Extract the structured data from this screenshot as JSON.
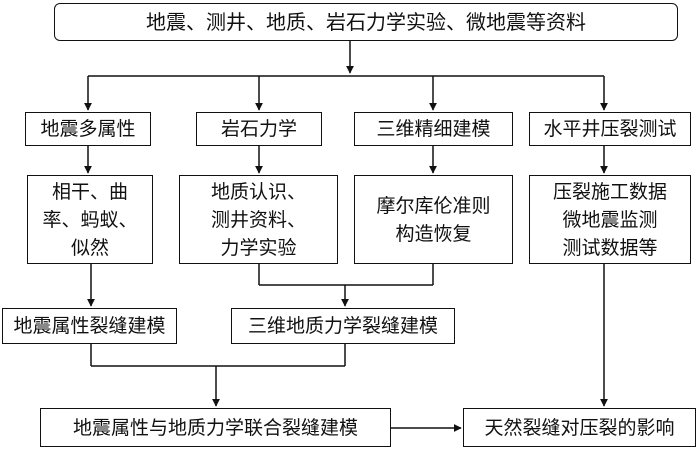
{
  "nodes": {
    "top_source": "地震、测井、地质、岩石力学实验、微地震等资料",
    "seismic_attr": "地震多属性",
    "rock_mech": "岩石力学",
    "fine_3d_model": "三维精细建模",
    "horizontal_fracturing": "水平井压裂测试",
    "coherence": "相干、曲\n率、蚂蚁、\n似然",
    "geology_logging": "地质认识、\n测井资料、\n力学实验",
    "mohr_coulomb": "摩尔库伦准则\n构造恢复",
    "fracturing_data": "压裂施工数据\n微地震监测\n测试数据等",
    "seismic_fracture_model": "地震属性裂缝建模",
    "geomech_fracture_model": "三维地质力学裂缝建模",
    "joint_fracture_model": "地震属性与地质力学联合裂缝建模",
    "natural_fracture_effect": "天然裂缝对压裂的影响"
  }
}
